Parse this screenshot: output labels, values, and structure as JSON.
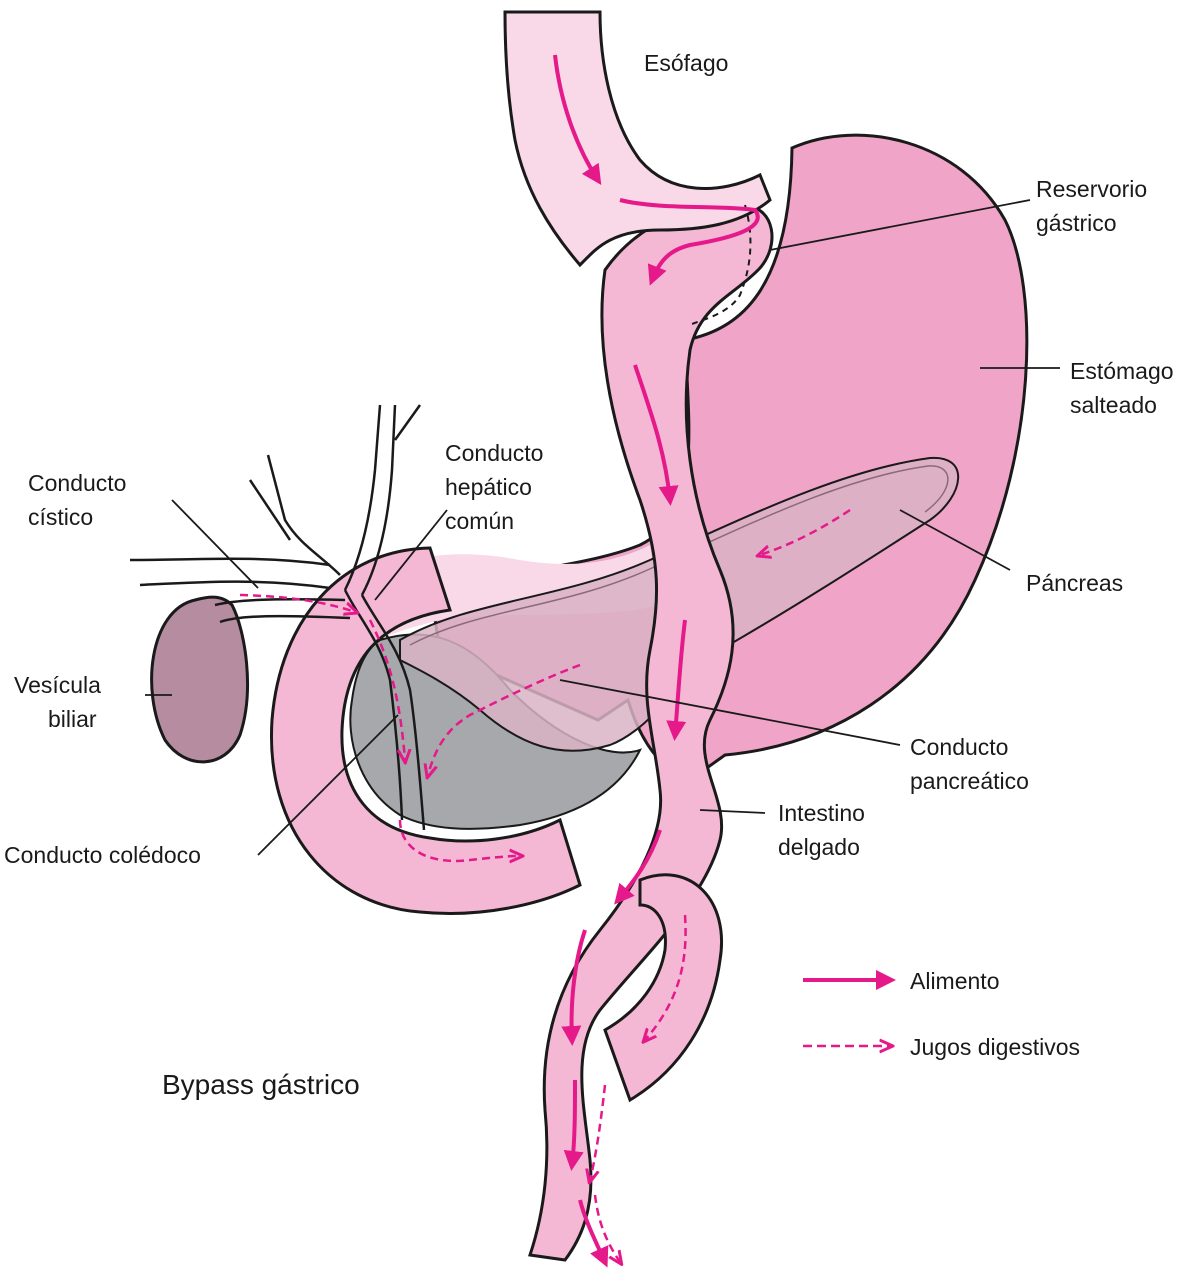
{
  "title": "Bypass gástrico",
  "labels": {
    "esofago": "Esófago",
    "reservorio_1": "Reservorio",
    "reservorio_2": "gástrico",
    "estomago_1": "Estómago",
    "estomago_2": "salteado",
    "pancreas": "Páncreas",
    "hepatico_1": "Conducto",
    "hepatico_2": "hepático",
    "hepatico_3": "común",
    "cistico_1": "Conducto",
    "cistico_2": "cístico",
    "vesicula_1": "Vesícula",
    "vesicula_2": "biliar",
    "coledoco": "Conducto colédoco",
    "pancreatico_1": "Conducto",
    "pancreatico_2": "pancreático",
    "intestino_1": "Intestino",
    "intestino_2": "delgado"
  },
  "legend": {
    "food": "Alimento",
    "juices": "Jugos digestivos"
  },
  "colors": {
    "intestine_pink": "#f4b8d4",
    "stomach_pink": "#f0a4c8",
    "pale_pink": "#f9d8e8",
    "pancreas_mauve": "#d9b3c4",
    "duodenum_grey": "#a7a8ab",
    "gallbladder": "#b58ca0",
    "arrow_magenta": "#e5198a",
    "outline": "#1a1a1a"
  }
}
